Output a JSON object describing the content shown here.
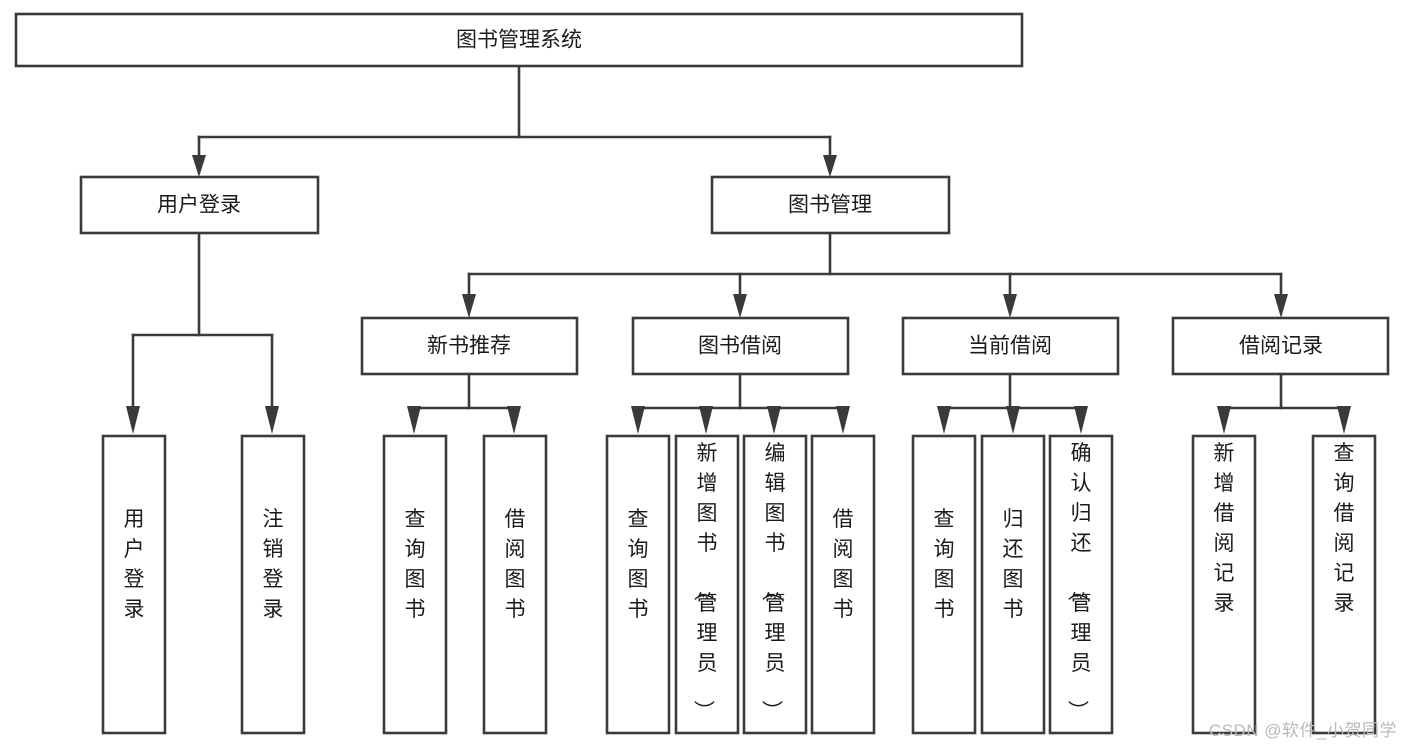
{
  "diagram": {
    "type": "hierarchy-tree",
    "title": "图书管理系统",
    "watermark": "CSDN @软件_小贺同学",
    "colors": {
      "box_stroke": "#3a3a3a",
      "box_fill": "#ffffff",
      "text": "#1b1b1b",
      "background": "#ffffff",
      "watermark": "#b9b9b9"
    },
    "nodes": {
      "root": {
        "label": "图书管理系统",
        "orientation": "horizontal"
      },
      "level2": [
        {
          "label": "用户登录",
          "orientation": "horizontal"
        },
        {
          "label": "图书管理",
          "orientation": "horizontal"
        }
      ],
      "level3": [
        {
          "label": "新书推荐",
          "orientation": "horizontal"
        },
        {
          "label": "图书借阅",
          "orientation": "horizontal"
        },
        {
          "label": "当前借阅",
          "orientation": "horizontal"
        },
        {
          "label": "借阅记录",
          "orientation": "horizontal"
        }
      ],
      "leaves": [
        {
          "label": "用户登录",
          "parent": "用户登录",
          "orientation": "vertical",
          "align": "bottom"
        },
        {
          "label": "注销登录",
          "parent": "用户登录",
          "orientation": "vertical",
          "align": "bottom"
        },
        {
          "label": "查询图书",
          "parent": "新书推荐",
          "orientation": "vertical",
          "align": "bottom"
        },
        {
          "label": "借阅图书",
          "parent": "新书推荐",
          "orientation": "vertical",
          "align": "bottom"
        },
        {
          "label": "查询图书",
          "parent": "图书借阅",
          "orientation": "vertical",
          "align": "bottom"
        },
        {
          "label": "新增图书（管理员）",
          "parent": "图书借阅",
          "orientation": "vertical",
          "align": "top"
        },
        {
          "label": "编辑图书（管理员）",
          "parent": "图书借阅",
          "orientation": "vertical",
          "align": "top"
        },
        {
          "label": "借阅图书",
          "parent": "图书借阅",
          "orientation": "vertical",
          "align": "bottom"
        },
        {
          "label": "查询图书",
          "parent": "当前借阅",
          "orientation": "vertical",
          "align": "bottom"
        },
        {
          "label": "归还图书",
          "parent": "当前借阅",
          "orientation": "vertical",
          "align": "bottom"
        },
        {
          "label": "确认归还（管理员）",
          "parent": "当前借阅",
          "orientation": "vertical",
          "align": "top"
        },
        {
          "label": "新增借阅记录",
          "parent": "借阅记录",
          "orientation": "vertical",
          "align": "bottom"
        },
        {
          "label": "查询借阅记录",
          "parent": "借阅记录",
          "orientation": "vertical",
          "align": "bottom"
        }
      ]
    }
  }
}
